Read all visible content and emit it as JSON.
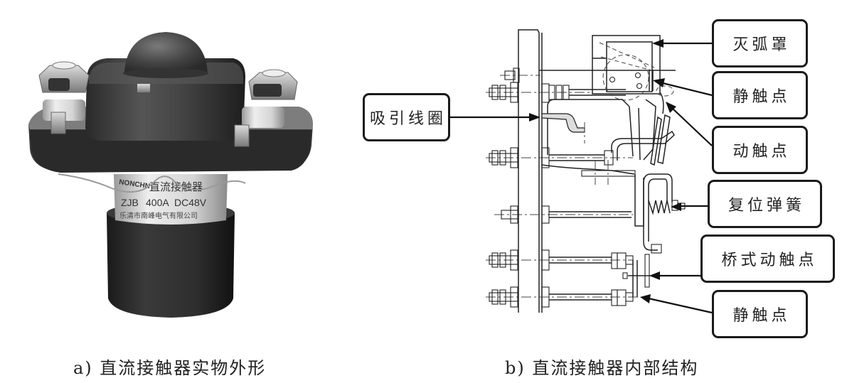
{
  "figure": {
    "panel_a": {
      "caption": "a) 直流接触器实物外形",
      "photo": {
        "subject": "DC contactor photograph",
        "nameplate": {
          "brand": "NONCHN",
          "product": "直流接触器",
          "model": "ZJB",
          "current_rating": "400A",
          "voltage_rating": "DC48V",
          "manufacturer": "乐清市南峰电气有限公司"
        }
      }
    },
    "panel_b": {
      "caption": "b) 直流接触器内部结构",
      "labels": [
        {
          "id": "arc-chute",
          "text": "灭弧罩"
        },
        {
          "id": "static-contact-top",
          "text": "静触点"
        },
        {
          "id": "moving-contact",
          "text": "动触点"
        },
        {
          "id": "return-spring",
          "text": "复位弹簧"
        },
        {
          "id": "bridge-moving-contact",
          "text": "桥式动触点"
        },
        {
          "id": "static-contact-bottom",
          "text": "静触点"
        },
        {
          "id": "attraction-coil",
          "text": "吸引线圈"
        }
      ]
    }
  }
}
